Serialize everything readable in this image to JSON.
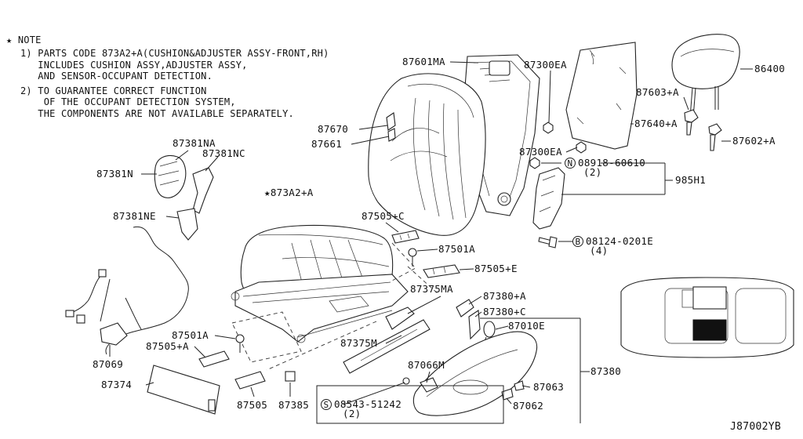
{
  "notes": {
    "header": "★ NOTE",
    "lines": [
      "1) PARTS CODE 873A2+A(CUSHION&ADJUSTER ASSY-FRONT,RH)",
      "   INCLUDES CUSHION ASSY,ADJUSTER ASSY,",
      "   AND SENSOR-OCCUPANT DETECTION.",
      "2) TO GUARANTEE CORRECT FUNCTION",
      "    OF THE OCCUPANT DETECTION SYSTEM,",
      "   THE COMPONENTS ARE NOT AVAILABLE SEPARATELY."
    ]
  },
  "labels": {
    "p87601MA": "87601MA",
    "p87300EA_top": "87300EA",
    "p86400": "86400",
    "p87603A": "87603+A",
    "p87640A": "87640+A",
    "p87602A": "87602+A",
    "p87670": "87670",
    "p87661": "87661",
    "p87300EA_bot": "87300EA",
    "p08918": "08918-60610",
    "p08918_qty": "(2)",
    "p985H1": "985H1",
    "p87381NA": "87381NA",
    "p87381NC": "87381NC",
    "p87381N": "87381N",
    "p873A2A": "★873A2+A",
    "p87505C": "87505+C",
    "p87381NE": "87381NE",
    "p08124": "08124-0201E",
    "p08124_qty": "(4)",
    "p87501A_top": "87501A",
    "p87505E": "87505+E",
    "p87375MA": "87375MA",
    "p87380A": "87380+A",
    "p87380C": "87380+C",
    "p87501A_left": "87501A",
    "p87505A": "87505+A",
    "p87375M": "87375M",
    "p87010E": "87010E",
    "p87069": "87069",
    "p87380": "87380",
    "p87066M": "87066M",
    "p87374": "87374",
    "p87063": "87063",
    "p08543": "08543-51242",
    "p08543_qty": "(2)",
    "p87505": "87505",
    "p87385": "87385",
    "p87062": "87062",
    "diagram_code": "J87002YB"
  },
  "fastener_symbols": {
    "nut": "N",
    "bolt": "B",
    "screw": "S"
  }
}
